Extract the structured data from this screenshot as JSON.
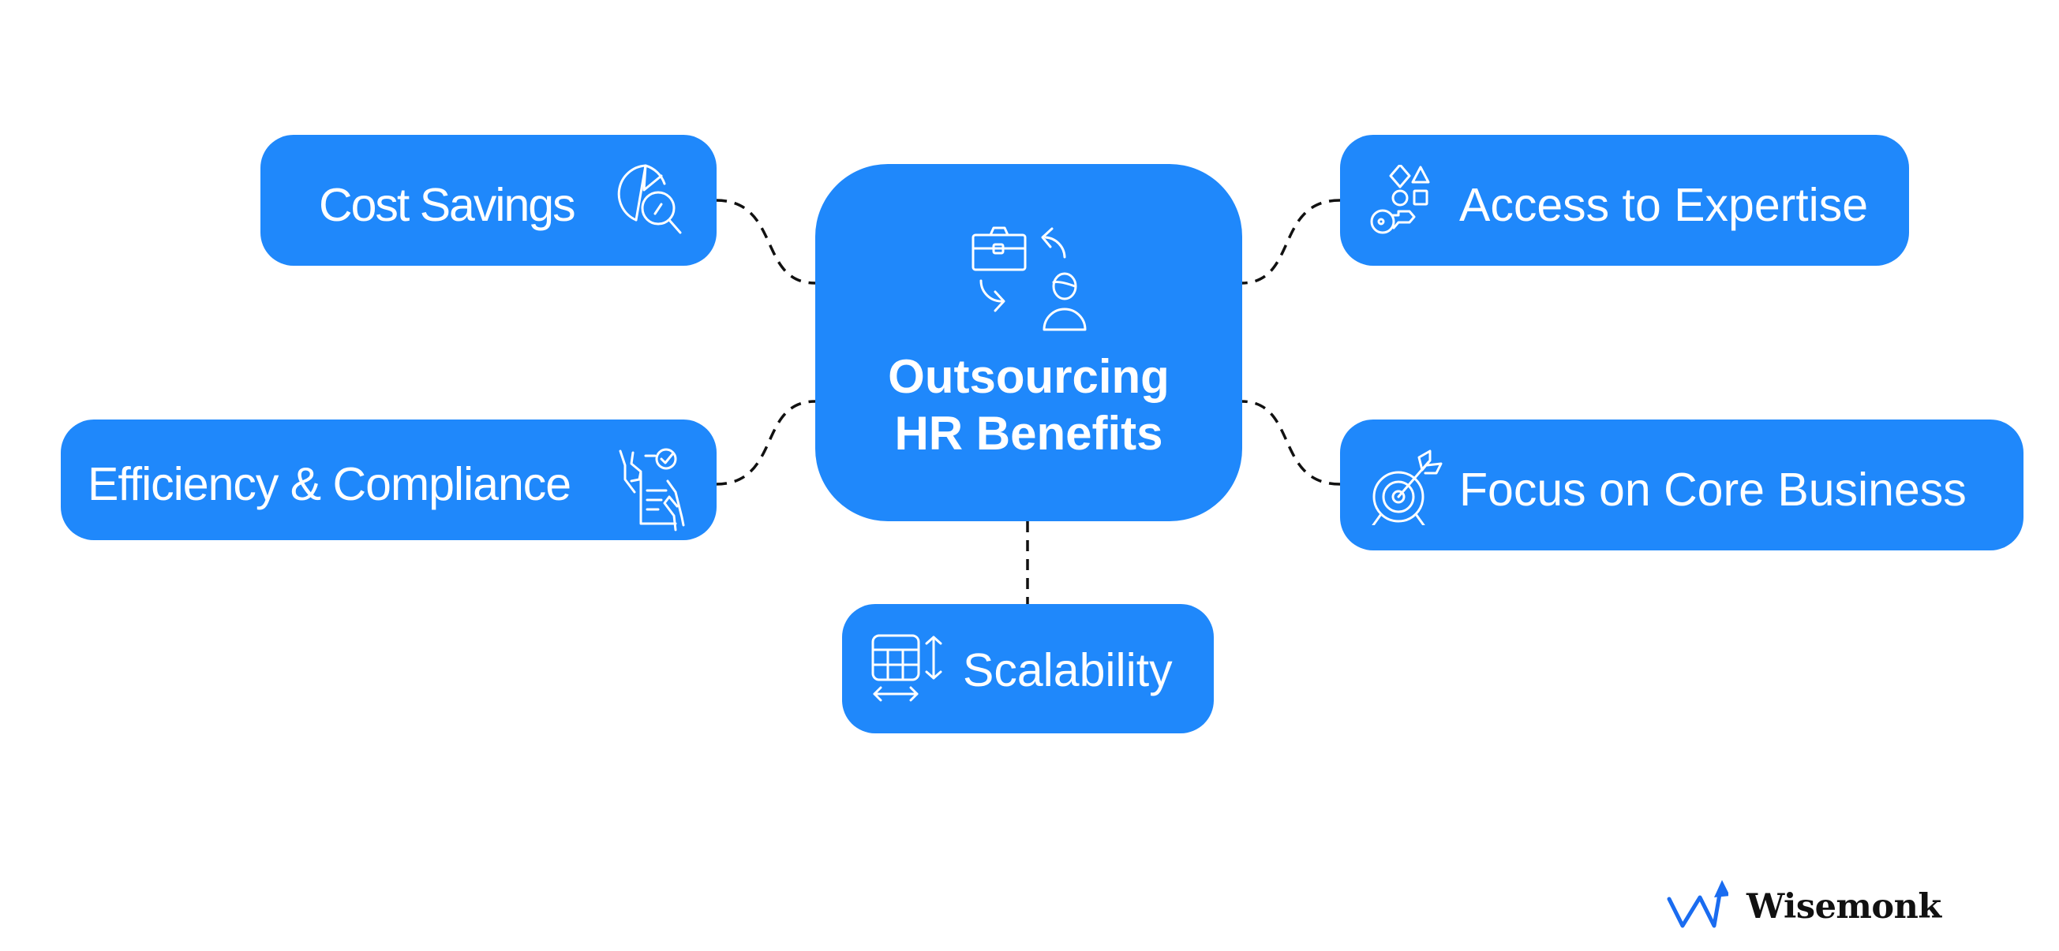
{
  "diagram": {
    "title_line1": "Outsourcing",
    "title_line2": "HR Benefits",
    "center_icon": "briefcase-person-exchange-icon",
    "nodes": [
      {
        "id": "cost",
        "label": "Cost Savings",
        "icon": "pie-chart-magnifier-icon",
        "position": "top-left"
      },
      {
        "id": "expertise",
        "label": "Access to Expertise",
        "icon": "shapes-key-icon",
        "position": "top-right"
      },
      {
        "id": "efficiency",
        "label": "Efficiency & Compliance",
        "icon": "checklist-hands-icon",
        "position": "middle-left"
      },
      {
        "id": "focus",
        "label": "Focus on Core Business",
        "icon": "target-arrow-icon",
        "position": "middle-right"
      },
      {
        "id": "scalability",
        "label": "Scalability",
        "icon": "grid-resize-arrows-icon",
        "position": "bottom"
      }
    ],
    "connector_style": "dashed",
    "colors": {
      "node_fill": "#1f88fb",
      "node_text": "#ffffff",
      "connector": "#111111",
      "background": "#ffffff"
    }
  },
  "branding": {
    "logo_text": "Wisemonk",
    "logo_mark_color": "#1a6cf0"
  }
}
